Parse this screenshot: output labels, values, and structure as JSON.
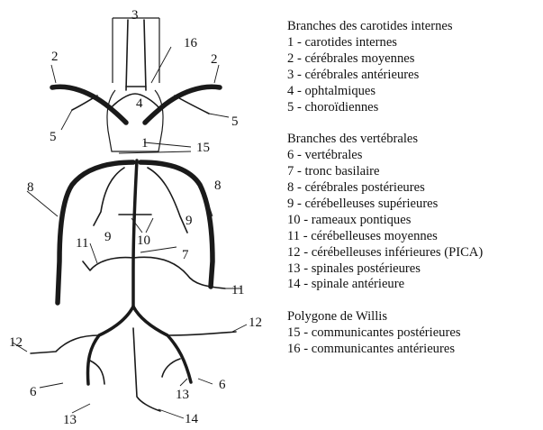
{
  "diagram_labels": {
    "n1": "1",
    "n2": "2",
    "n3": "3",
    "n4": "4",
    "n5": "5",
    "n6": "6",
    "n7": "7",
    "n8": "8",
    "n9": "9",
    "n10": "10",
    "n11": "11",
    "n12": "12",
    "n13": "13",
    "n14": "14",
    "n15": "15",
    "n16": "16"
  },
  "legend": {
    "carotid": {
      "title": "Branches des carotides internes",
      "items": [
        "1 - carotides internes",
        "2 - cérébrales moyennes",
        "3 - cérébrales antérieures",
        "4 - ophtalmiques",
        "5 - choroïdiennes"
      ]
    },
    "vertebral": {
      "title": "Branches des vertébrales",
      "items": [
        "6 - vertébrales",
        "7 - tronc basilaire",
        "8 - cérébrales postérieures",
        "9 - cérébelleuses supérieures",
        "10 - rameaux pontiques",
        "11 - cérébelleuses moyennes",
        "12 - cérébelleuses inférieures (PICA)",
        "13 - spinales postérieures",
        "14 - spinale antérieure"
      ]
    },
    "willis": {
      "title": "Polygone de Willis",
      "items": [
        "15 - communicantes postérieures",
        "16 - communicantes antérieures"
      ]
    }
  }
}
